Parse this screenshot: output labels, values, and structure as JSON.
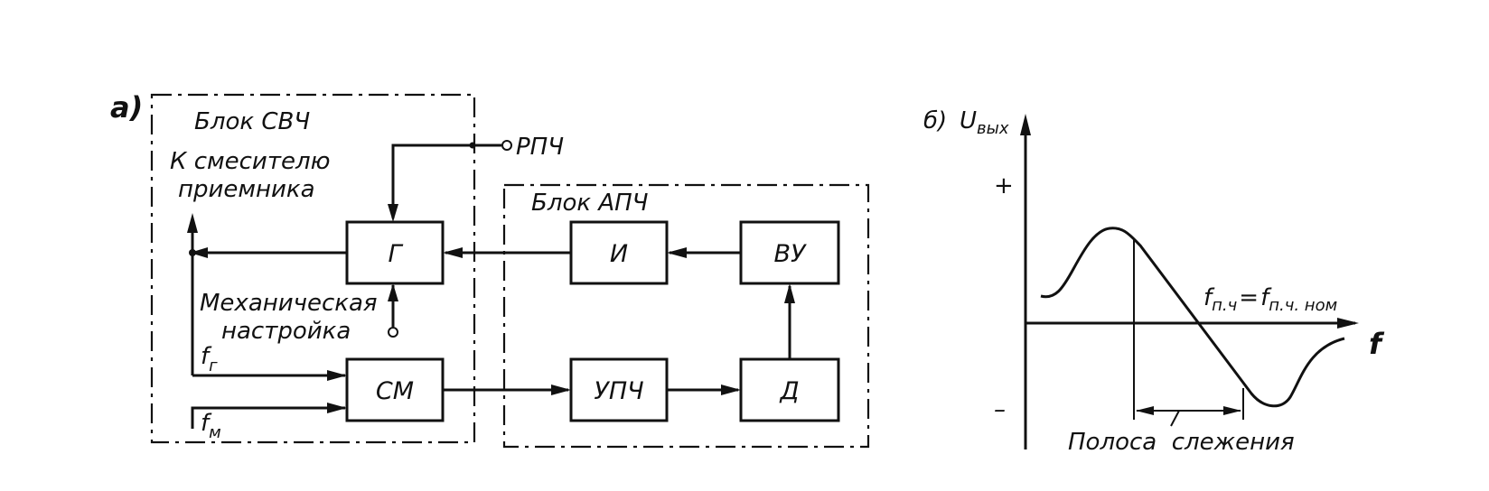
{
  "panel_a": {
    "tag": "а)",
    "blocks": {
      "svch_title": "Блок СВЧ",
      "apch_title": "Блок АПЧ"
    },
    "labels": {
      "to_mixer_1": "К смесителю",
      "to_mixer_2": "приемника",
      "rpch": "РПЧ",
      "mech_1": "Механическая",
      "mech_2": "настройка",
      "fg_main": "f",
      "fg_sub": "г",
      "fm_main": "f",
      "fm_sub": "м"
    },
    "boxes": {
      "generator": "Г",
      "integrator": "И",
      "output_device": "ВУ",
      "mixer": "СМ",
      "if_amp": "УПЧ",
      "detector": "Д"
    }
  },
  "panel_b": {
    "tag": "б)",
    "y_axis": {
      "main": "U",
      "sub": "вых"
    },
    "x_axis": "f",
    "plus": "+",
    "minus": "–",
    "eq_left_main": "f",
    "eq_left_sub": "п.ч",
    "eq_eq": "=",
    "eq_right_main": "f",
    "eq_right_sub": "п.ч. ном",
    "band": "Полоса  слежения"
  }
}
